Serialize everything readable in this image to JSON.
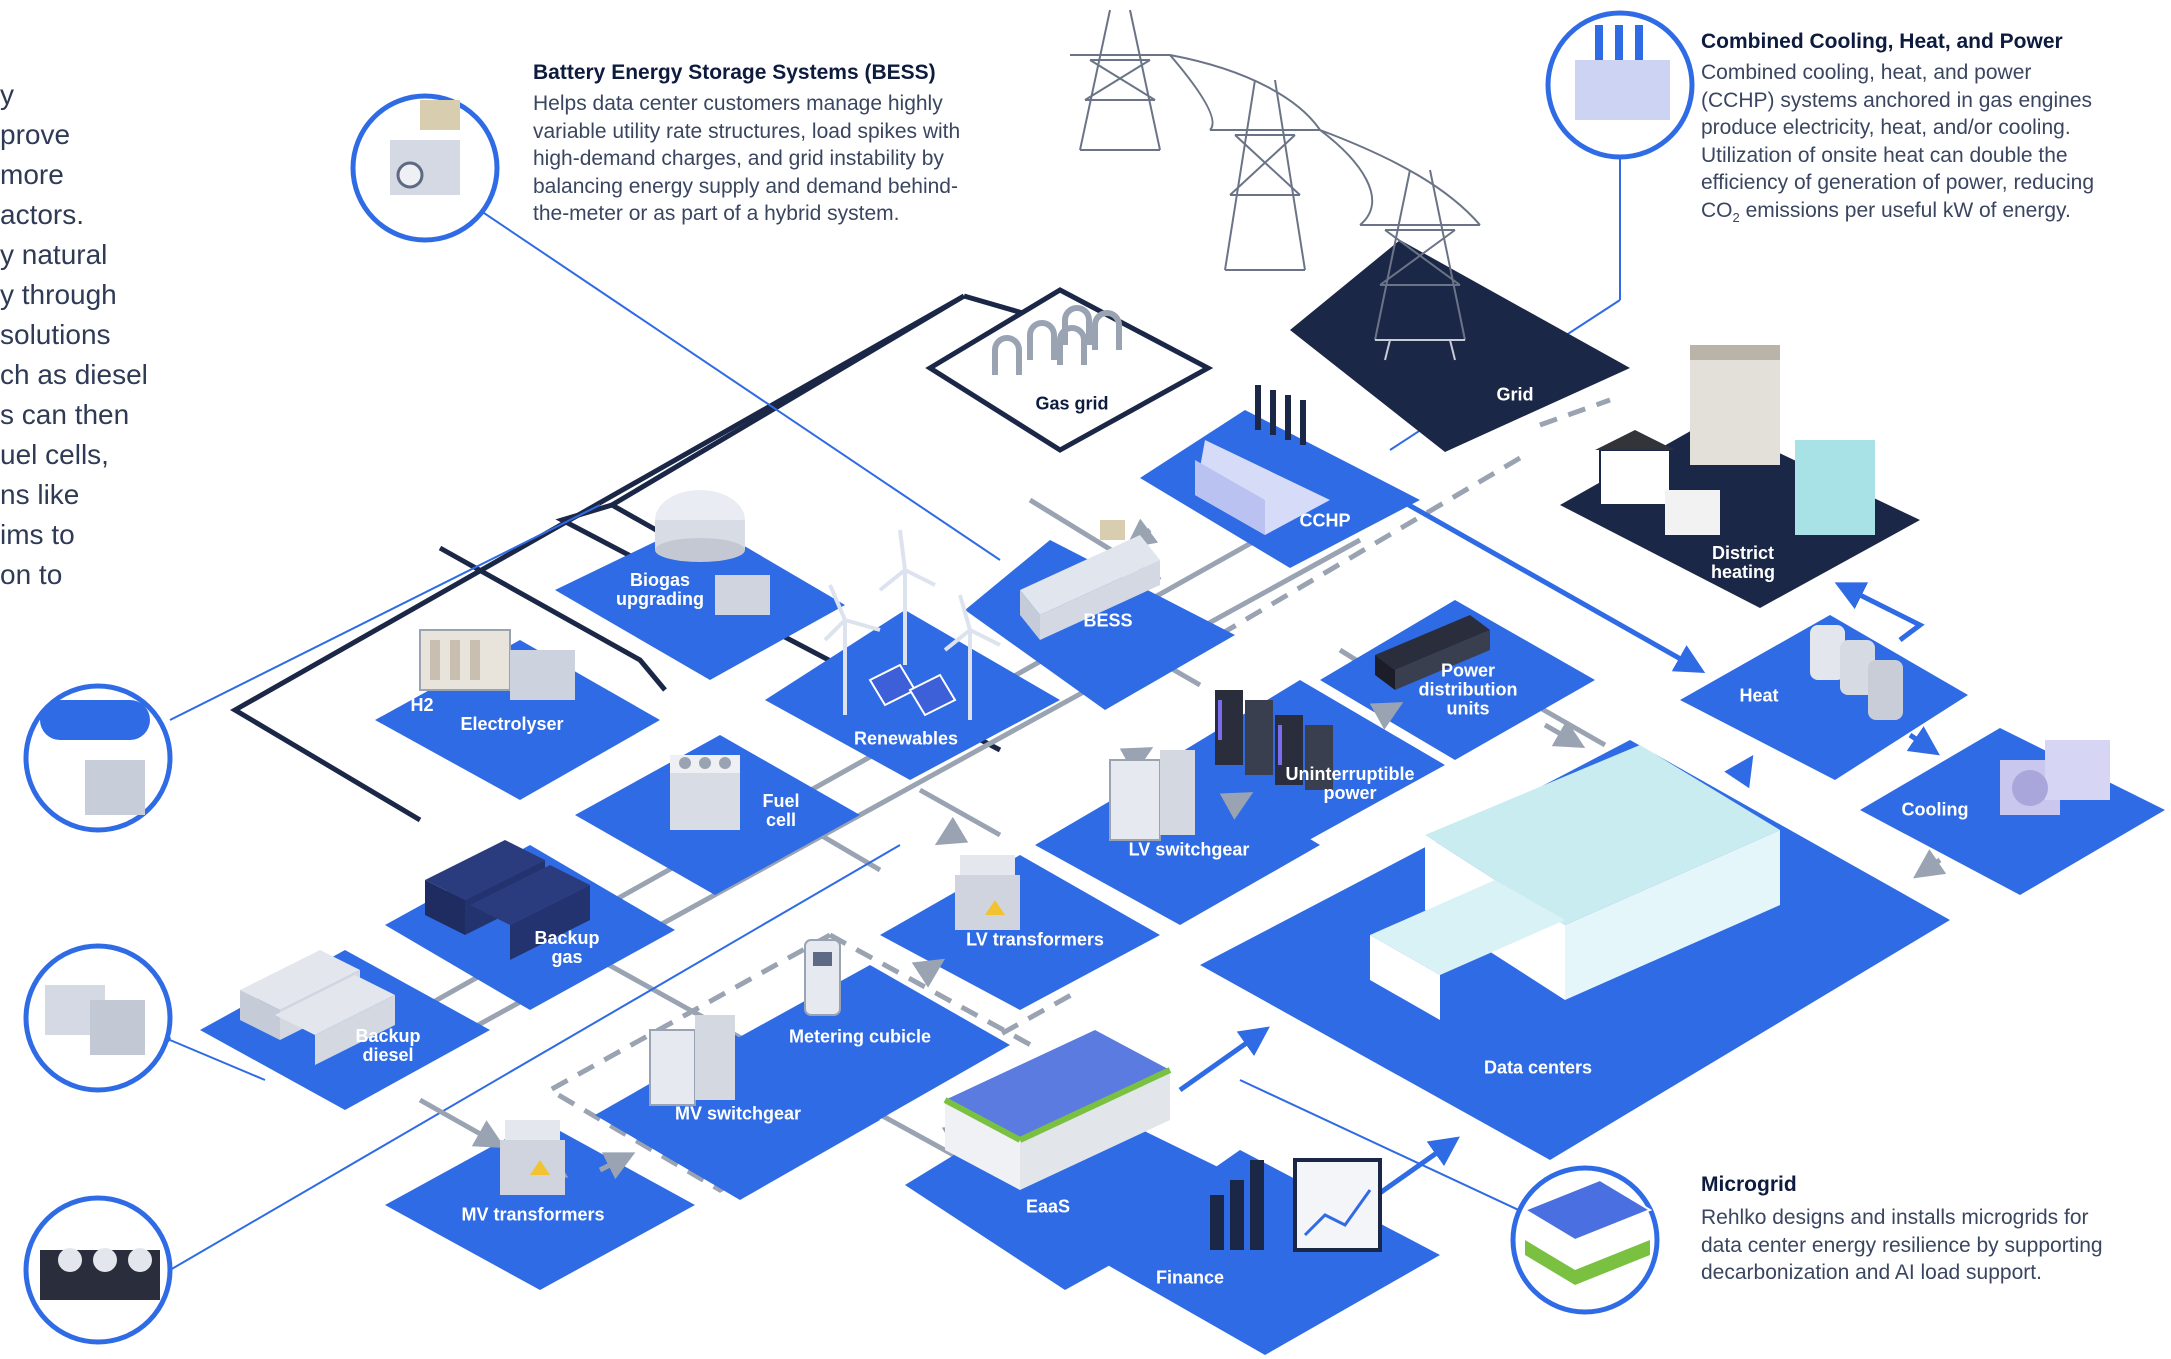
{
  "left_text": [
    "y",
    "prove",
    "more",
    "actors.",
    "y natural",
    "y through",
    "solutions",
    "ch as diesel",
    "s can then",
    "uel cells,",
    "ns like",
    "ims to",
    "on to"
  ],
  "callouts": {
    "bess": {
      "title": "Battery Energy Storage Systems (BESS)",
      "body": [
        "Helps data center customers manage highly",
        "variable utility rate structures, load spikes with",
        "high-demand charges, and grid instability by",
        "balancing energy supply and demand behind-",
        "the-meter or as part of a hybrid system."
      ]
    },
    "cchp": {
      "title": "Combined Cooling, Heat, and Power",
      "body": [
        "Combined cooling, heat, and power",
        "(CCHP) systems anchored in gas engines",
        "produce electricity, heat, and/or cooling.",
        "Utilization of onsite heat can double the",
        "efficiency of generation of power, reducing"
      ],
      "body_last_prefix": "CO",
      "body_last_sub": "2",
      "body_last_suffix": " emissions per useful kW of energy."
    },
    "microgrid": {
      "title": "Microgrid",
      "body": [
        "Rehlko designs and installs microgrids for",
        "data center energy resilience by supporting",
        "decarbonization and AI load support."
      ]
    }
  },
  "tiles": {
    "gas_grid": "Gas grid",
    "grid": "Grid",
    "cchp": "CCHP",
    "district_heating": [
      "District",
      "heating"
    ],
    "biogas": [
      "Biogas",
      "upgrading"
    ],
    "bess": "BESS",
    "renewables": "Renewables",
    "h2": [
      "H2",
      "Electrolyser"
    ],
    "fuel_cell": [
      "Fuel",
      "cell"
    ],
    "heat": "Heat",
    "cooling": "Cooling",
    "pdu": [
      "Power",
      "distribution",
      "units"
    ],
    "ups": [
      "Uninterruptible",
      "power"
    ],
    "lv_switchgear": "LV switchgear",
    "lv_transformers": "LV transformers",
    "backup_gas": [
      "Backup",
      "gas"
    ],
    "backup_diesel": [
      "Backup",
      "diesel"
    ],
    "metering": "Metering cubicle",
    "mv_switchgear": "MV switchgear",
    "mv_transformers": "MV transformers",
    "eaas": "EaaS",
    "finance": "Finance",
    "data_centers": "Data centers"
  },
  "colors": {
    "tile_blue": "#2f6be4",
    "navy": "#1b2747",
    "line_gray": "#9aa3b2",
    "accent_blue": "#2f6be4",
    "text_dark": "#0d1b3e"
  },
  "icons": [
    "battery-icon",
    "cchp-unit-icon",
    "biogas-dome-icon",
    "generator-icon",
    "fuel-cell-icon",
    "solar-panel-icon"
  ]
}
